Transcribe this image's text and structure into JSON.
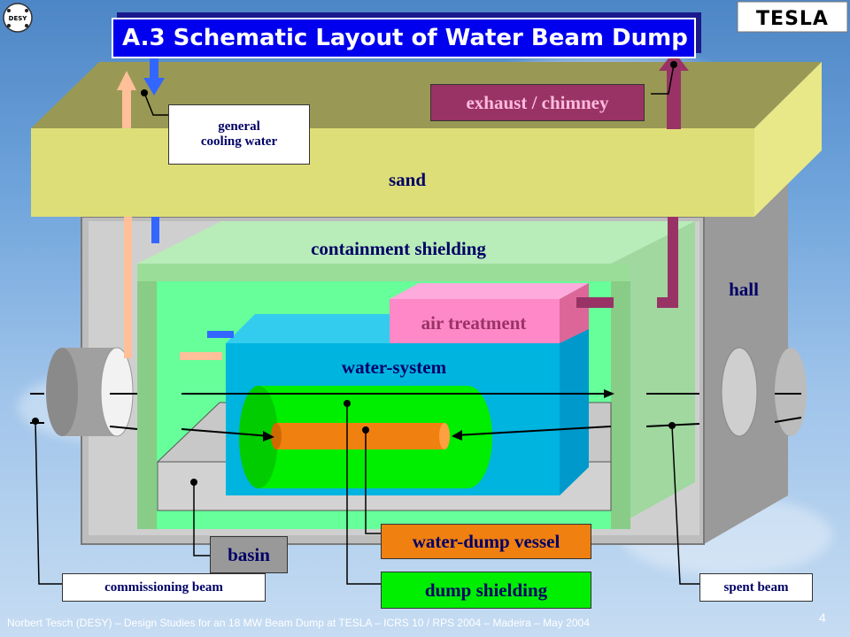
{
  "title": "A.3 Schematic Layout of Water Beam Dump",
  "logos": {
    "left": "DESY",
    "right": "TESLA"
  },
  "labels": {
    "exhaust": "exhaust / chimney",
    "cooling_line1": "general",
    "cooling_line2": "cooling water",
    "sand": "sand",
    "containment": "containment shielding",
    "hall": "hall",
    "air_treatment": "air treatment",
    "water_system": "water-system",
    "basin": "basin",
    "water_dump_vessel": "water-dump vessel",
    "dump_shielding": "dump shielding",
    "commissioning_beam": "commissioning beam",
    "spent_beam": "spent beam"
  },
  "footer": "Norbert Tesch (DESY) – Design Studies for an 18 MW Beam Dump at TESLA – ICRS 10 / RPS 2004 – Madeira – May 2004",
  "page_number": "4",
  "colors": {
    "title_bg": "#0000ee",
    "sand_top": "#999955",
    "sand_front": "#dede78",
    "hall": "#bdbdbd",
    "containment": "#aaddaa",
    "air_treatment": "#ff88c8",
    "water_system": "#00b4e0",
    "dump_shielding": "#00ee00",
    "vessel": "#f08010",
    "exhaust_pipe": "#993366",
    "cooling_pipe": "#3366ff"
  }
}
